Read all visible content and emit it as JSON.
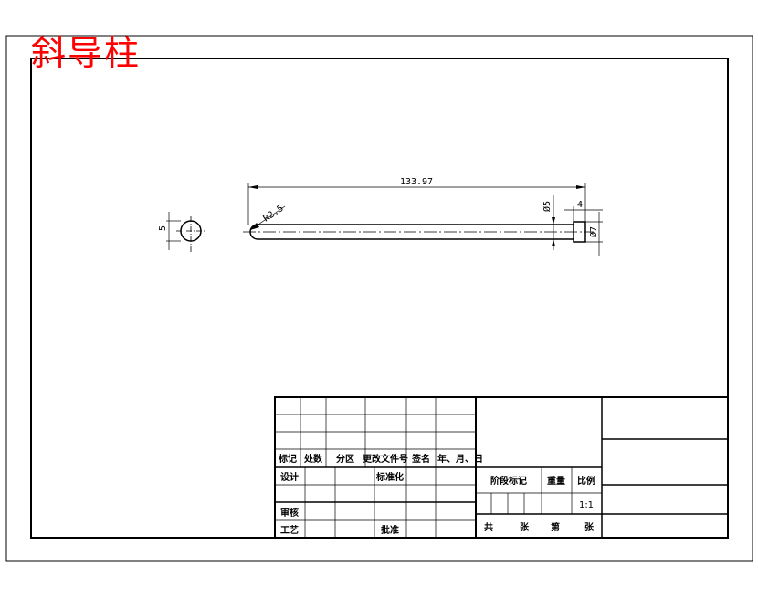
{
  "drawing": {
    "part_name": "斜导柱",
    "dimensions": {
      "overall_length": "133.97",
      "end_radius": "R2.5",
      "shaft_diameter": "Ø5",
      "head_length": "4",
      "head_diameter": "Ø7",
      "section_diameter": "5"
    }
  },
  "title_block": {
    "header_row": [
      "标记",
      "处数",
      "分区",
      "更改文件号",
      "签名",
      "年、月、日"
    ],
    "row_design": "设计",
    "row_standard": "标准化",
    "row_review": "审核",
    "row_process": "工艺",
    "row_approve": "批准",
    "stage_mark": "阶段标记",
    "weight": "重量",
    "scale_label": "比例",
    "scale_value": "1:1",
    "total": "共",
    "sheets": "张",
    "sheet_no": "第",
    "sheets2": "张"
  }
}
